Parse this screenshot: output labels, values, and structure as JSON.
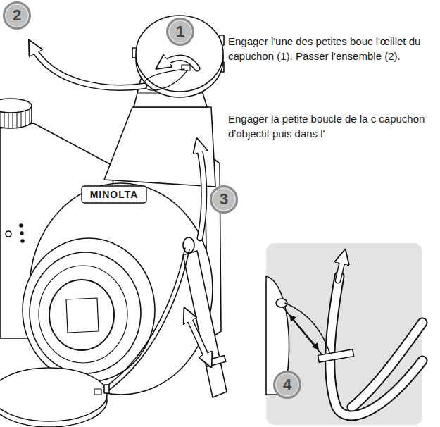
{
  "diagram": {
    "nodes": [
      {
        "text": [
          "2"
        ]
      },
      {
        "text": [
          "1"
        ]
      },
      {
        "text": [
          "3"
        ]
      },
      {
        "text": [
          "4"
        ]
      }
    ],
    "labels": [
      "Engager l'une des petites bouc l'œillet du capuchon (1). Passer l'ensemble (2).",
      "Engager la petite boucle de la c capuchon d'objectif puis dans l'",
      "MINOLTA"
    ]
  }
}
